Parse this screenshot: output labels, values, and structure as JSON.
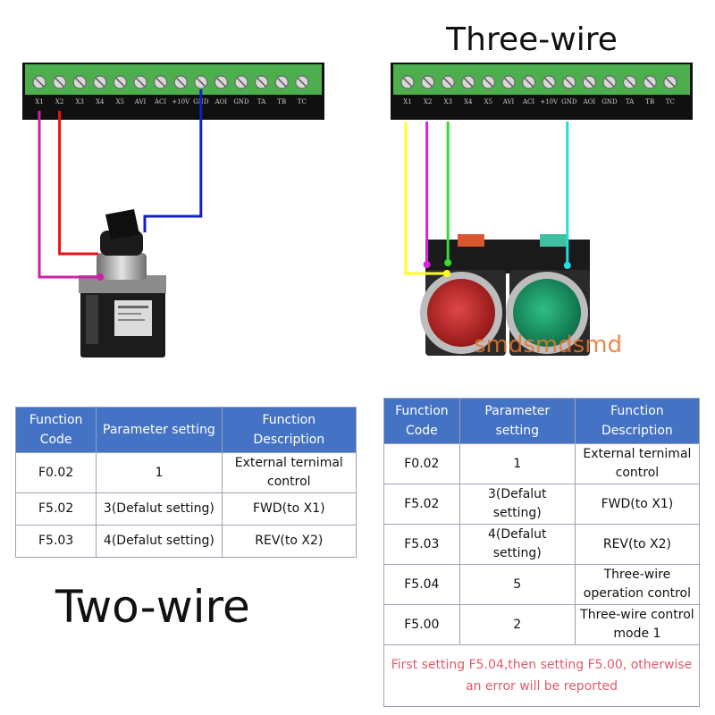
{
  "left": {
    "title": "Two-wire",
    "terminals": [
      "X1",
      "X2",
      "X3",
      "X4",
      "X5",
      "AVI",
      "ACI",
      "+10V",
      "GND",
      "AOI",
      "GND",
      "TA",
      "TB",
      "TC"
    ],
    "table": {
      "headers": [
        "Function Code",
        "Parameter setting",
        "Function Description"
      ],
      "rows": [
        [
          "F0.02",
          "1",
          "External ternimal control"
        ],
        [
          "F5.02",
          "3(Defalut setting)",
          "FWD(to X1)"
        ],
        [
          "F5.03",
          "4(Defalut setting)",
          "REV(to X2)"
        ]
      ]
    },
    "wires": [
      {
        "terminal": "X1",
        "color": "#cc22aa"
      },
      {
        "terminal": "X2",
        "color": "#ee1111"
      },
      {
        "terminal": "GND",
        "color": "#1122bb"
      }
    ]
  },
  "right": {
    "title": "Three-wire",
    "terminals": [
      "X1",
      "X2",
      "X3",
      "X4",
      "X5",
      "AVI",
      "ACI",
      "+10V",
      "GND",
      "AOI",
      "GND",
      "TA",
      "TB",
      "TC"
    ],
    "table": {
      "headers": [
        "Function Code",
        "Parameter setting",
        "Function Description"
      ],
      "rows": [
        [
          "F0.02",
          "1",
          "External ternimal control"
        ],
        [
          "F5.02",
          "3(Defalut setting)",
          "FWD(to X1)"
        ],
        [
          "F5.03",
          "4(Defalut setting)",
          "REV(to X2)"
        ],
        [
          "F5.04",
          "5",
          "Three-wire operation control"
        ],
        [
          "F5.00",
          "2",
          "Three-wire control mode 1"
        ]
      ],
      "note": "First setting F5.04,then setting F5.00, otherwise an error will be reported"
    },
    "wires": [
      {
        "terminal": "X1",
        "color": "#ffff22"
      },
      {
        "terminal": "X2",
        "color": "#dd22dd"
      },
      {
        "terminal": "X3",
        "color": "#33dd33"
      },
      {
        "terminal": "GND",
        "color": "#22dddd"
      }
    ],
    "watermark": "smdsmdsmd"
  },
  "colors": {
    "terminal_block": "#4cae4c",
    "header_blue": "#4472c4",
    "note_red": "#e05a6a",
    "button_red": "#cc2a2a",
    "button_green": "#1e9e6a"
  }
}
